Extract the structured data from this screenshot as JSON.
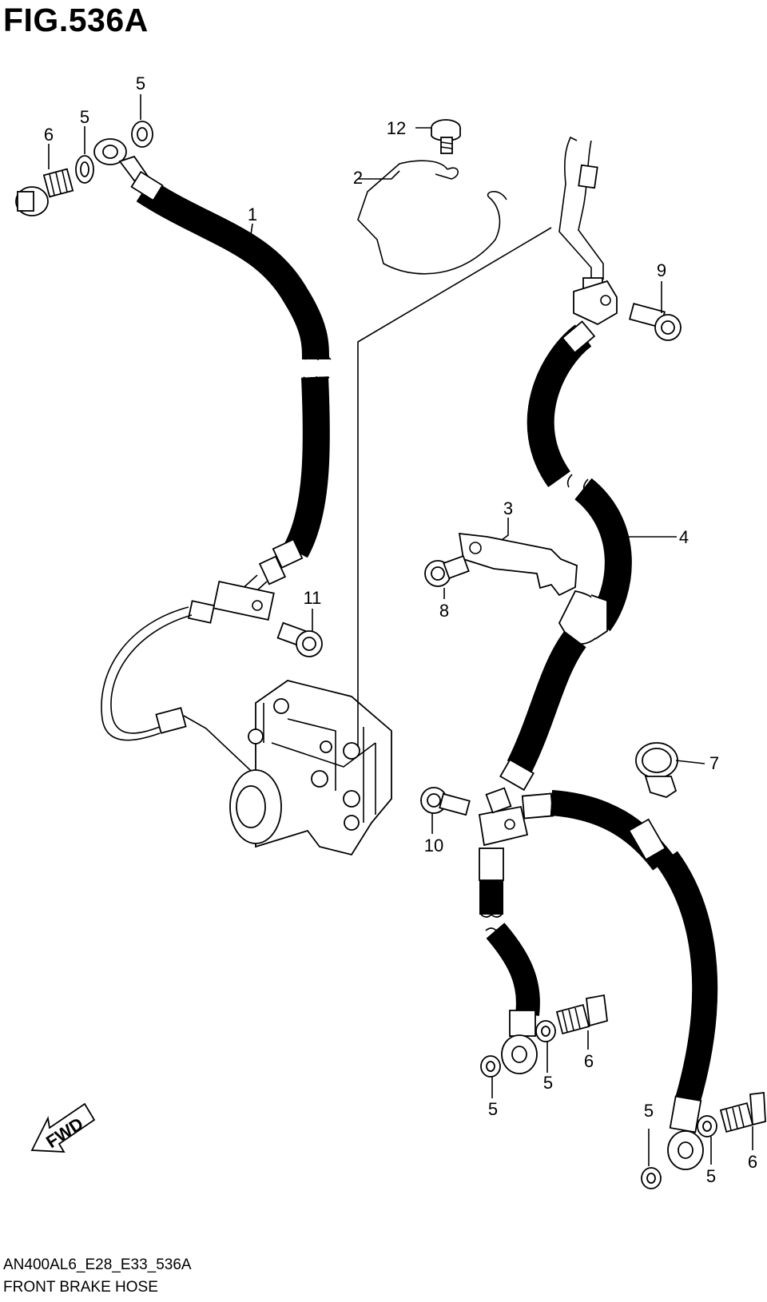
{
  "figure": {
    "title": "FIG.536A",
    "footer_code": "AN400AL6_E28_E33_536A",
    "footer_name": "FRONT BRAKE HOSE",
    "fwd_label": "FWD"
  },
  "callouts": [
    {
      "id": "c1",
      "label": "1"
    },
    {
      "id": "c2",
      "label": "2"
    },
    {
      "id": "c3",
      "label": "3"
    },
    {
      "id": "c4",
      "label": "4"
    },
    {
      "id": "c5a",
      "label": "5"
    },
    {
      "id": "c5b",
      "label": "5"
    },
    {
      "id": "c5c",
      "label": "5"
    },
    {
      "id": "c5d",
      "label": "5"
    },
    {
      "id": "c5e",
      "label": "5"
    },
    {
      "id": "c5f",
      "label": "5"
    },
    {
      "id": "c6a",
      "label": "6"
    },
    {
      "id": "c6b",
      "label": "6"
    },
    {
      "id": "c6c",
      "label": "6"
    },
    {
      "id": "c7",
      "label": "7"
    },
    {
      "id": "c8",
      "label": "8"
    },
    {
      "id": "c9",
      "label": "9"
    },
    {
      "id": "c10",
      "label": "10"
    },
    {
      "id": "c11",
      "label": "11"
    },
    {
      "id": "c12",
      "label": "12"
    }
  ]
}
